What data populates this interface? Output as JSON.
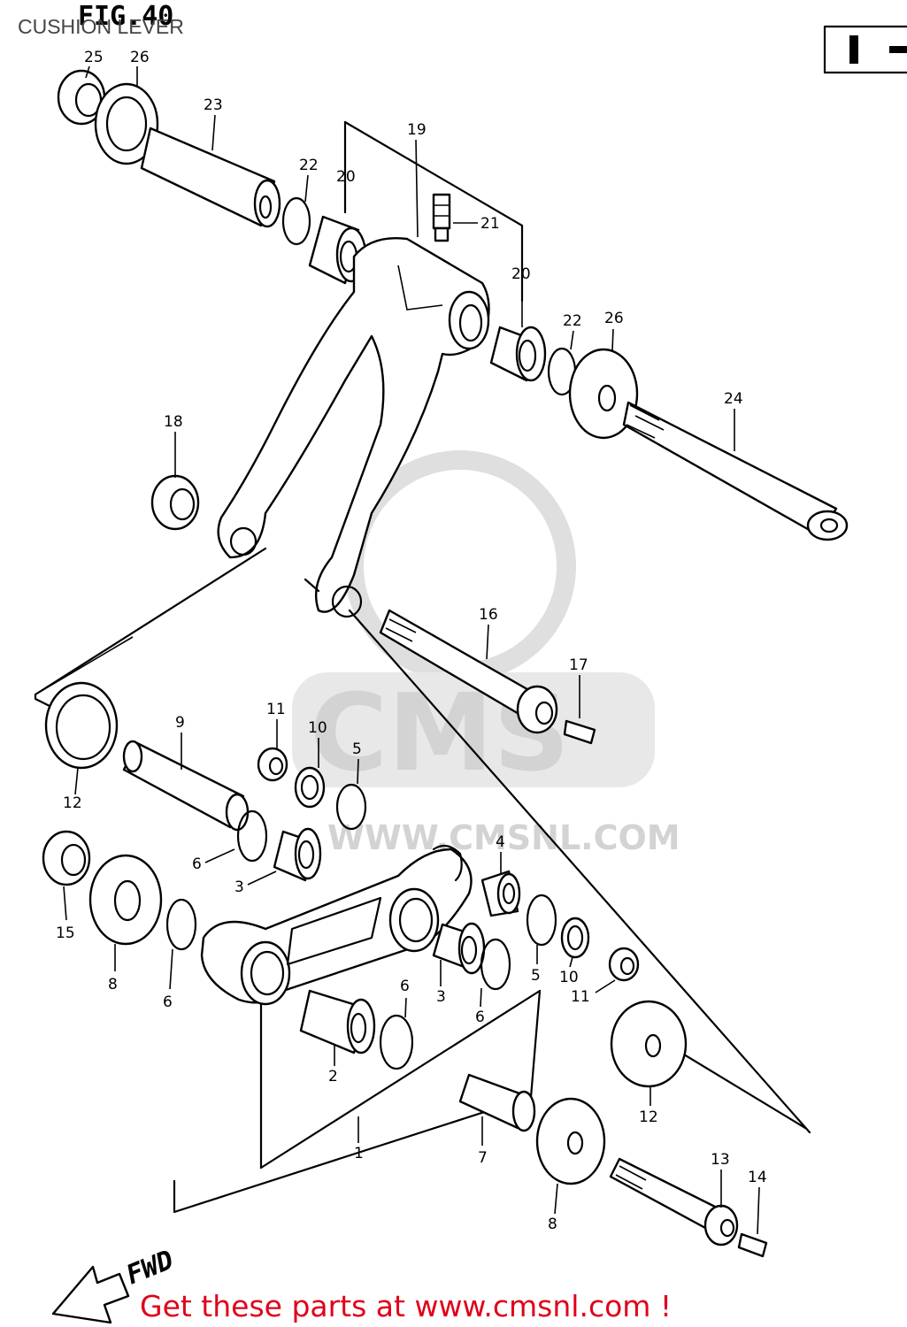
{
  "header": {
    "fig_label": "FIG.40",
    "caption": "CUSHION LEVER",
    "corner_mark": "I -"
  },
  "watermark": {
    "brand": "CMS",
    "url": "WWW.CMSNL.COM"
  },
  "part_numbers": [
    "25",
    "26",
    "23",
    "22",
    "20",
    "19",
    "21",
    "20",
    "22",
    "26",
    "24",
    "18",
    "16",
    "17",
    "11",
    "10",
    "5",
    "9",
    "12",
    "4",
    "15",
    "8",
    "6",
    "3",
    "6",
    "3",
    "6",
    "5",
    "10",
    "11",
    "2",
    "6",
    "12",
    "7",
    "1",
    "13",
    "14",
    "8"
  ],
  "fwd_label": "FWD",
  "footer": {
    "text": "Get these parts at www.cmsnl.com !",
    "color": "#e0001a"
  }
}
